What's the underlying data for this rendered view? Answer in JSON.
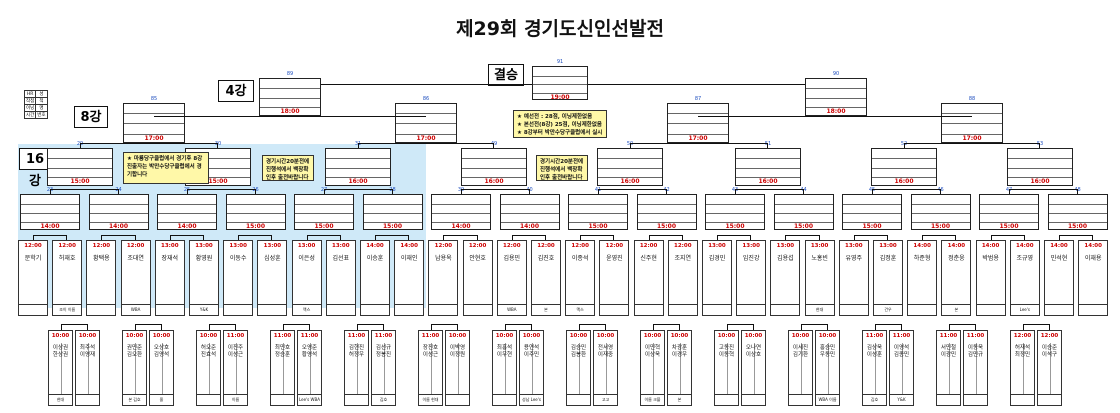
{
  "title": "제29회 경기도신인선발전",
  "rounds": {
    "r16": "16강",
    "r8": "8강",
    "r4": "4강",
    "final": "결승"
  },
  "legend": {
    "a": "HR",
    "b": "성",
    "c": "적",
    "d": "이닝",
    "e": "명",
    "f": "시간",
    "g": "번호"
  },
  "final_match": {
    "num": "91",
    "time": "19:00"
  },
  "semi_matches": [
    {
      "num": "89",
      "time": "18:00"
    },
    {
      "num": "90",
      "time": "18:00"
    }
  ],
  "qf_matches": [
    {
      "num": "85",
      "time": "17:00"
    },
    {
      "num": "86",
      "time": "17:00"
    },
    {
      "num": "87",
      "time": "17:00"
    },
    {
      "num": "88",
      "time": "17:00"
    }
  ],
  "r16_matches": [
    {
      "num": "29",
      "time": "15:00"
    },
    {
      "num": "30",
      "time": "15:00"
    },
    {
      "num": "31",
      "time": "16:00"
    },
    {
      "num": "49",
      "time": "16:00"
    },
    {
      "num": "50",
      "time": "16:00"
    },
    {
      "num": "51",
      "time": "16:00"
    },
    {
      "num": "52",
      "time": "16:00"
    },
    {
      "num": "53",
      "time": "16:00"
    }
  ],
  "r32_matches": [
    {
      "num": "23",
      "time": "14:00"
    },
    {
      "num": "24",
      "time": "14:00"
    },
    {
      "num": "25",
      "time": "14:00"
    },
    {
      "num": "26",
      "time": "15:00"
    },
    {
      "num": "27",
      "time": "15:00"
    },
    {
      "num": "28",
      "time": "15:00"
    },
    {
      "num": "39",
      "time": "14:00"
    },
    {
      "num": "40",
      "time": "14:00"
    },
    {
      "num": "41",
      "time": "15:00"
    },
    {
      "num": "42",
      "time": "15:00"
    },
    {
      "num": "43",
      "time": "15:00"
    },
    {
      "num": "44",
      "time": "15:00"
    },
    {
      "num": "45",
      "time": "15:00"
    },
    {
      "num": "46",
      "time": "15:00"
    },
    {
      "num": "47",
      "time": "15:00"
    },
    {
      "num": "48",
      "time": "15:00"
    }
  ],
  "notes": [
    "★ 마룡당구클럽에서 경기후 8강진출자는 박만수당구클럽에서 경기합니다",
    "경기시간20분전에 진행석에서 백장확인후 출전바랍니다",
    "★ 예선전 : 28점, 이닝제한없음\n★ 본선전(8강) 25점, 이닝제한없음\n★ 8강부터 박만수당구클럽에서 실시",
    "경기시간20분전에 진행석에서 백장확인후 출전바랍니다"
  ],
  "upper_cells": [
    {
      "time": "12:00",
      "name": "문학기",
      "club": ""
    },
    {
      "time": "12:00",
      "name": "허재호",
      "club": "조이 이름"
    },
    {
      "time": "12:00",
      "name": "황택용",
      "club": ""
    },
    {
      "time": "12:00",
      "name": "조대연",
      "club": "WBA"
    },
    {
      "time": "13:00",
      "name": "장재석",
      "club": ""
    },
    {
      "time": "13:00",
      "name": "황영원",
      "club": "Y&K"
    },
    {
      "time": "13:00",
      "name": "이동수",
      "club": ""
    },
    {
      "time": "13:00",
      "name": "심성훈",
      "club": ""
    },
    {
      "time": "13:00",
      "name": "이은성",
      "club": "맥스"
    },
    {
      "time": "13:00",
      "name": "김선표",
      "club": ""
    },
    {
      "time": "14:00",
      "name": "이승훈",
      "club": ""
    },
    {
      "time": "14:00",
      "name": "이재인",
      "club": ""
    },
    {
      "time": "12:00",
      "name": "남용옥",
      "club": ""
    },
    {
      "time": "12:00",
      "name": "안현호",
      "club": ""
    },
    {
      "time": "12:00",
      "name": "김용민",
      "club": "WBA"
    },
    {
      "time": "12:00",
      "name": "김진호",
      "club": "본"
    },
    {
      "time": "12:00",
      "name": "이종석",
      "club": "맥스"
    },
    {
      "time": "12:00",
      "name": "윤영진",
      "club": ""
    },
    {
      "time": "12:00",
      "name": "신주현",
      "club": ""
    },
    {
      "time": "12:00",
      "name": "조지연",
      "club": ""
    },
    {
      "time": "13:00",
      "name": "김경민",
      "club": ""
    },
    {
      "time": "13:00",
      "name": "임진강",
      "club": ""
    },
    {
      "time": "13:00",
      "name": "김용섭",
      "club": ""
    },
    {
      "time": "13:00",
      "name": "노홍빈",
      "club": "현대"
    },
    {
      "time": "13:00",
      "name": "유영주",
      "club": ""
    },
    {
      "time": "13:00",
      "name": "김정훈",
      "club": "건우"
    },
    {
      "time": "14:00",
      "name": "하준형",
      "club": ""
    },
    {
      "time": "14:00",
      "name": "정춘웅",
      "club": "본"
    },
    {
      "time": "14:00",
      "name": "박범용",
      "club": ""
    },
    {
      "time": "14:00",
      "name": "조규영",
      "club": "Lee's"
    },
    {
      "time": "14:00",
      "name": "민석현",
      "club": ""
    },
    {
      "time": "14:00",
      "name": "이재용",
      "club": ""
    }
  ],
  "lower_cells": [
    {
      "time": "10:00",
      "a": "이상권",
      "b": "한상권",
      "club": "현대"
    },
    {
      "time": "10:00",
      "a": "최주석",
      "b": "이영재",
      "club": ""
    },
    {
      "time": "10:00",
      "a": "권민준",
      "b": "김오환",
      "club": "본 김호"
    },
    {
      "time": "10:00",
      "a": "오상호",
      "b": "김영석",
      "club": "올"
    },
    {
      "time": "10:00",
      "a": "허오준",
      "b": "진효석",
      "club": ""
    },
    {
      "time": "11:00",
      "a": "이진주",
      "b": "이성근",
      "club": "이름"
    },
    {
      "time": "11:00",
      "a": "최민호",
      "b": "정승훈",
      "club": ""
    },
    {
      "time": "11:00",
      "a": "오영준",
      "b": "황영석",
      "club": "Lee's WBA"
    },
    {
      "time": "11:00",
      "a": "김현진",
      "b": "허정우",
      "club": ""
    },
    {
      "time": "11:00",
      "a": "김선규",
      "b": "정봉진",
      "club": "김호"
    },
    {
      "time": "11:00",
      "a": "장진호",
      "b": "이성근",
      "club": "이름 현대"
    },
    {
      "time": "10:00",
      "a": "이박영",
      "b": "이정원",
      "club": ""
    },
    {
      "time": "10:00",
      "a": "최홍석",
      "b": "이우현",
      "club": ""
    },
    {
      "time": "10:00",
      "a": "용연석",
      "b": "이주민",
      "club": "성남 Lee's"
    },
    {
      "time": "10:00",
      "a": "김승민",
      "b": "김봉환",
      "club": ""
    },
    {
      "time": "10:00",
      "a": "전서영",
      "b": "이재중",
      "club": "고고"
    },
    {
      "time": "10:00",
      "a": "이민혁",
      "b": "이상욱",
      "club": "이름 크블"
    },
    {
      "time": "10:00",
      "a": "차광훈",
      "b": "이경우",
      "club": "본"
    },
    {
      "time": "10:00",
      "a": "고동진",
      "b": "이동혁",
      "club": ""
    },
    {
      "time": "10:00",
      "a": "오나연",
      "b": "이상호",
      "club": ""
    },
    {
      "time": "10:00",
      "a": "이세진",
      "b": "김기환",
      "club": ""
    },
    {
      "time": "10:00",
      "a": "홍승민",
      "b": "우동민",
      "club": "WBA 이름"
    },
    {
      "time": "11:00",
      "a": "김상욱",
      "b": "이성훈",
      "club": "김호"
    },
    {
      "time": "11:00",
      "a": "이영석",
      "b": "김종민",
      "club": "Y&K"
    },
    {
      "time": "11:00",
      "a": "서민철",
      "b": "이광민",
      "club": ""
    },
    {
      "time": "11:00",
      "a": "이동욱",
      "b": "김민규",
      "club": ""
    },
    {
      "time": "12:00",
      "a": "허재석",
      "b": "최정민",
      "club": ""
    },
    {
      "time": "12:00",
      "a": "이승준",
      "b": "이석구",
      "club": ""
    }
  ]
}
